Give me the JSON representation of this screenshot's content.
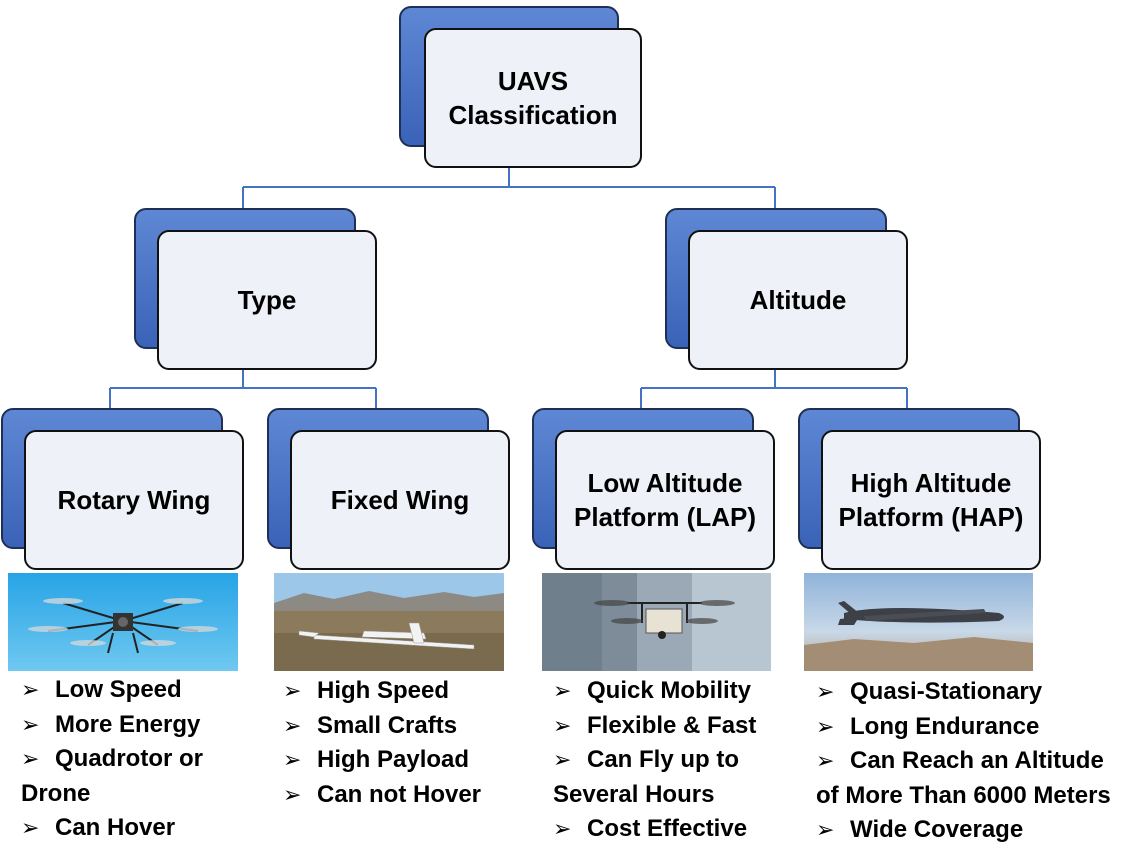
{
  "root": {
    "label": "UAVS Classification"
  },
  "categories": [
    {
      "label": "Type",
      "children": [
        {
          "label": "Rotary Wing",
          "photo": "hexacopter-drone-photo",
          "bullets": [
            "Low Speed",
            "More Energy",
            "Quadrotor or",
            "Drone",
            "Can Hover"
          ],
          "bullet_markers": [
            true,
            true,
            true,
            false,
            true
          ]
        },
        {
          "label": "Fixed Wing",
          "photo": "fixed-wing-uav-photo",
          "bullets": [
            "High Speed",
            "Small Crafts",
            "High Payload",
            "Can not Hover"
          ],
          "bullet_markers": [
            true,
            true,
            true,
            true
          ]
        }
      ]
    },
    {
      "label": "Altitude",
      "children": [
        {
          "label": "Low Altitude Platform (LAP)",
          "photo": "quadcopter-lap-photo",
          "bullets": [
            "Quick Mobility",
            "Flexible & Fast",
            "Can Fly up to",
            "Several Hours",
            "Cost Effective"
          ],
          "bullet_markers": [
            true,
            true,
            true,
            false,
            true
          ]
        },
        {
          "label": "High Altitude Platform (HAP)",
          "photo": "global-hawk-hap-photo",
          "bullets": [
            "Quasi-Stationary",
            "Long Endurance",
            "Can Reach an Altitude",
            "of More Than 6000 Meters",
            "Wide Coverage"
          ],
          "bullet_markers": [
            true,
            true,
            true,
            false,
            true
          ]
        }
      ]
    }
  ],
  "bullet_glyph": "➢",
  "colors": {
    "box_blue": "#4472c4",
    "box_front": "#eef1f8",
    "connector": "#4472c4"
  }
}
